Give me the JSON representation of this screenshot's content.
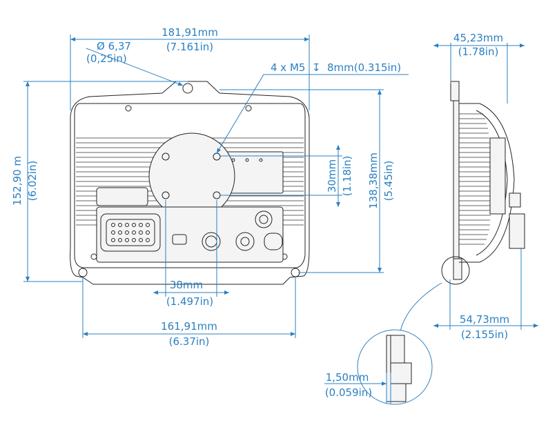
{
  "dimensions": {
    "total_width": {
      "mm": "181,91mm",
      "in": "(7.161in)"
    },
    "hole_diameter": {
      "mm": "Ø 6,37",
      "in": "(0,25in)"
    },
    "mount_holes": {
      "label": "4 x M5",
      "depth": "8mm(0.315in)"
    },
    "total_height": {
      "mm": "152,90 m",
      "in": "(6.02in)"
    },
    "inner_height": {
      "mm": "138,38mm",
      "in": "(5.45in)"
    },
    "vesa_vertical": {
      "mm": "30mm",
      "in": "(1.18in)"
    },
    "vesa_horizontal": {
      "mm": "38mm",
      "in": "(1.497in)"
    },
    "bottom_width": {
      "mm": "161,91mm",
      "in": "(6.37in)"
    },
    "side_depth_top": {
      "mm": "45,23mm",
      "in": "(1.78in)"
    },
    "side_depth_bottom": {
      "mm": "54,73mm",
      "in": "(2.155in)"
    },
    "lip": {
      "mm": "1,50mm",
      "in": "(0.059in)"
    }
  },
  "colors": {
    "dimension": "#2a7fc1",
    "outline": "#222222"
  }
}
